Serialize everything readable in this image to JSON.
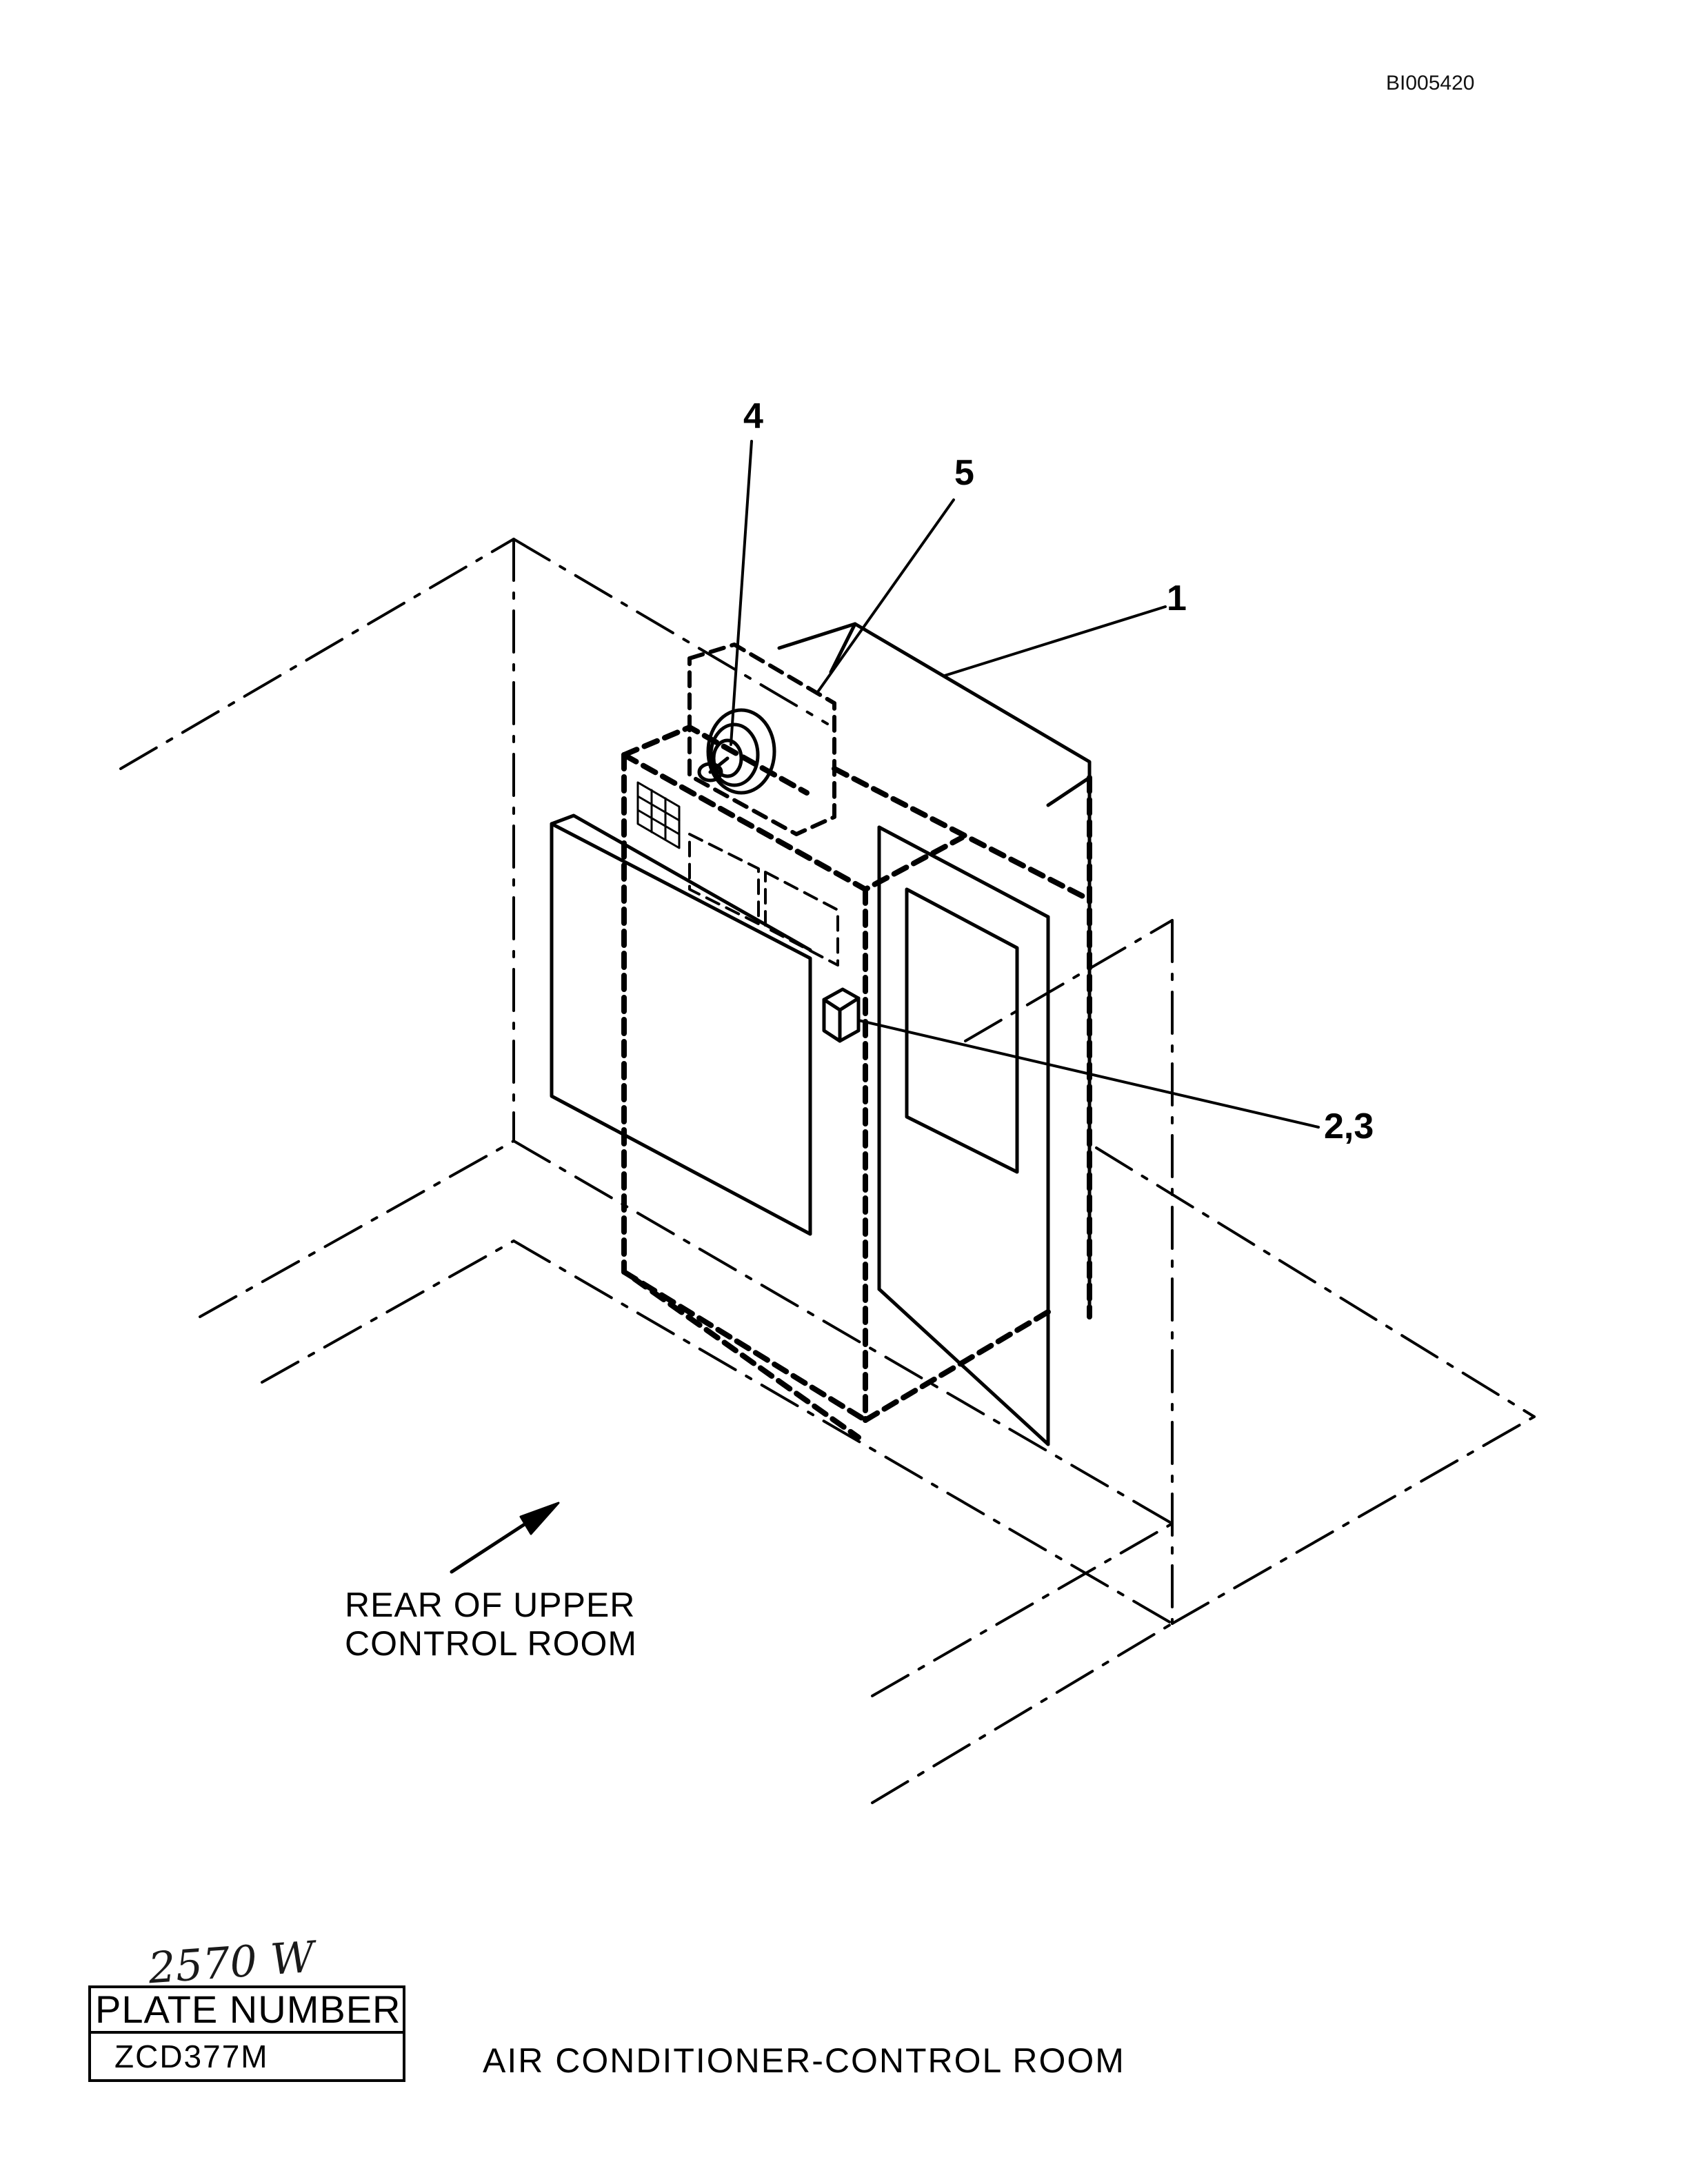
{
  "document": {
    "doc_id": "BI005420",
    "handwritten_note": "2570 W",
    "plate_number_label": "PLATE NUMBER",
    "plate_number_value": "ZCD377M",
    "caption": "AIR CONDITIONER-CONTROL ROOM"
  },
  "diagram": {
    "callouts": [
      {
        "id": "callout-4",
        "label": "4"
      },
      {
        "id": "callout-5",
        "label": "5"
      },
      {
        "id": "callout-1",
        "label": "1"
      },
      {
        "id": "callout-2-3",
        "label": "2,3"
      }
    ],
    "room_label_line1": "REAR OF UPPER",
    "room_label_line2": "CONTROL ROOM"
  }
}
